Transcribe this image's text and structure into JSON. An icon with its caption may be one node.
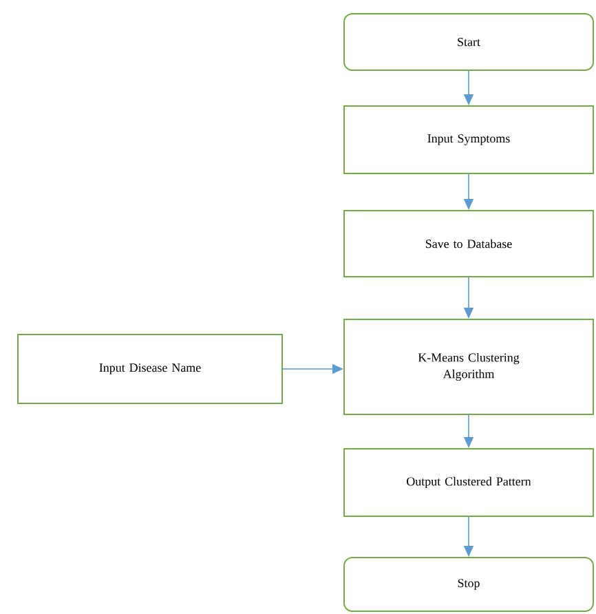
{
  "diagram": {
    "nodes": [
      {
        "text": [
          "Start"
        ]
      },
      {
        "text": [
          "Input Symptoms"
        ]
      },
      {
        "text": [
          "Save to Database"
        ]
      },
      {
        "text": [
          "Input Disease Name"
        ]
      },
      {
        "text": [
          "K-Means Clustering Algorithm"
        ]
      },
      {
        "text": [
          "Output Clustered Pattern"
        ]
      },
      {
        "text": [
          "Stop"
        ]
      }
    ],
    "edges": [
      {
        "from": 0,
        "to": 1,
        "arrow": "to"
      },
      {
        "from": 1,
        "to": 2,
        "arrow": "to"
      },
      {
        "from": 2,
        "to": 4,
        "arrow": "to"
      },
      {
        "from": 3,
        "to": 4,
        "arrow": "to"
      },
      {
        "from": 4,
        "to": 5,
        "arrow": "to"
      },
      {
        "from": 5,
        "to": 6,
        "arrow": "to"
      }
    ]
  }
}
